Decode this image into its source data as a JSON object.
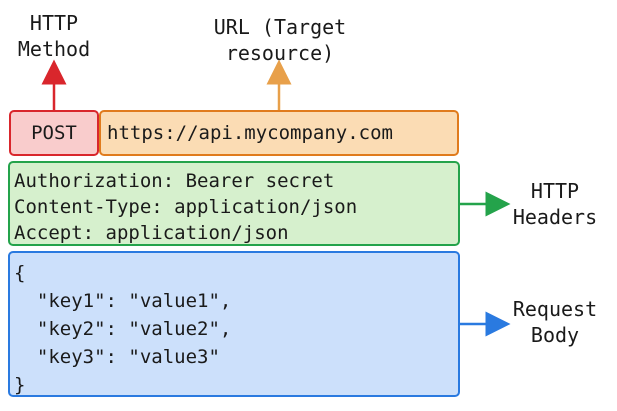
{
  "labels": {
    "method": "HTTP\nMethod",
    "url": "URL (Target\nresource)",
    "headers": "HTTP\nHeaders",
    "body": "Request\nBody"
  },
  "request": {
    "method": "POST",
    "url": "https://api.mycompany.com",
    "headers": [
      "Authorization: Bearer secret",
      "Content-Type: application/json",
      "Accept: application/json"
    ],
    "body_lines": [
      "{",
      "  \"key1\": \"value1\",",
      "  \"key2\": \"value2\",",
      "  \"key3\": \"value3\"",
      "}"
    ]
  },
  "colors": {
    "method_fill": "#f9cccc",
    "method_stroke": "#d9262c",
    "url_fill": "#fbdcb4",
    "url_stroke": "#e07b1d",
    "headers_fill": "#d6f0cd",
    "headers_stroke": "#24a34b",
    "body_fill": "#cce0fb",
    "body_stroke": "#2a7ae0"
  }
}
